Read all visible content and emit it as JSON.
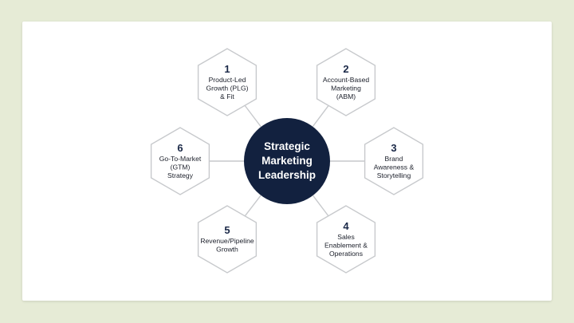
{
  "center": {
    "lines": [
      "Strategic",
      "Marketing",
      "Leadership"
    ]
  },
  "nodes": [
    {
      "number": "1",
      "lines": [
        "Product-Led",
        "Growth (PLG)",
        "& Fit"
      ]
    },
    {
      "number": "2",
      "lines": [
        "Account-Based",
        "Marketing",
        "(ABM)"
      ]
    },
    {
      "number": "3",
      "lines": [
        "Brand",
        "Awareness &",
        "Storytelling"
      ]
    },
    {
      "number": "4",
      "lines": [
        "Sales",
        "Enablement &",
        "Operations"
      ]
    },
    {
      "number": "5",
      "lines": [
        "Revenue/Pipeline",
        "Growth"
      ]
    },
    {
      "number": "6",
      "lines": [
        "Go-To-Market",
        "(GTM)",
        "Strategy"
      ]
    }
  ],
  "colors": {
    "center_fill": "#12213f",
    "hex_stroke": "#c7c9cc",
    "connector": "#c7c9cc",
    "number_text": "#1a2847",
    "background": "#e6ebd6"
  }
}
